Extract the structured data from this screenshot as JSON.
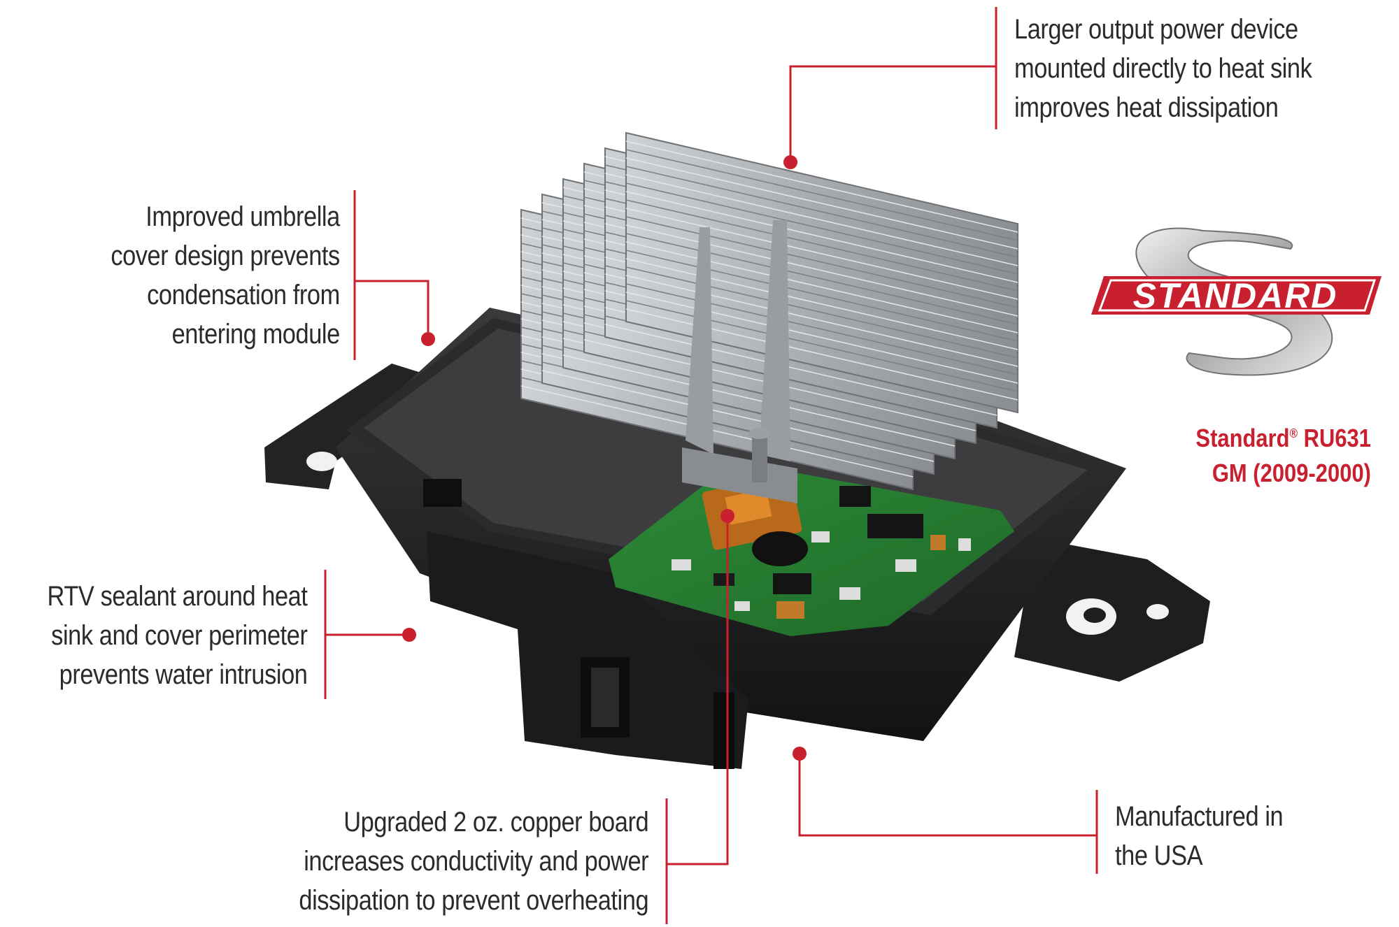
{
  "callouts": {
    "heat_sink": [
      "Larger output power device",
      "mounted directly to heat sink",
      "improves heat dissipation"
    ],
    "umbrella_cover": [
      "Improved umbrella",
      "cover design prevents",
      "condensation from",
      "entering module"
    ],
    "rtv_sealant": [
      "RTV sealant around heat",
      "sink and cover perimeter",
      "prevents water intrusion"
    ],
    "copper_board": [
      "Upgraded 2 oz. copper board",
      "increases conductivity and power",
      "dissipation to prevent overheating"
    ],
    "manufactured": [
      "Manufactured in",
      "the USA"
    ]
  },
  "logo": {
    "text": "STANDARD",
    "color": "#c8202f"
  },
  "part": {
    "brand": "Standard",
    "registered_mark": "®",
    "model": "RU631",
    "application": "GM (2009-2000)"
  },
  "colors": {
    "accent": "#c8202f",
    "text": "#2b2b2b"
  }
}
